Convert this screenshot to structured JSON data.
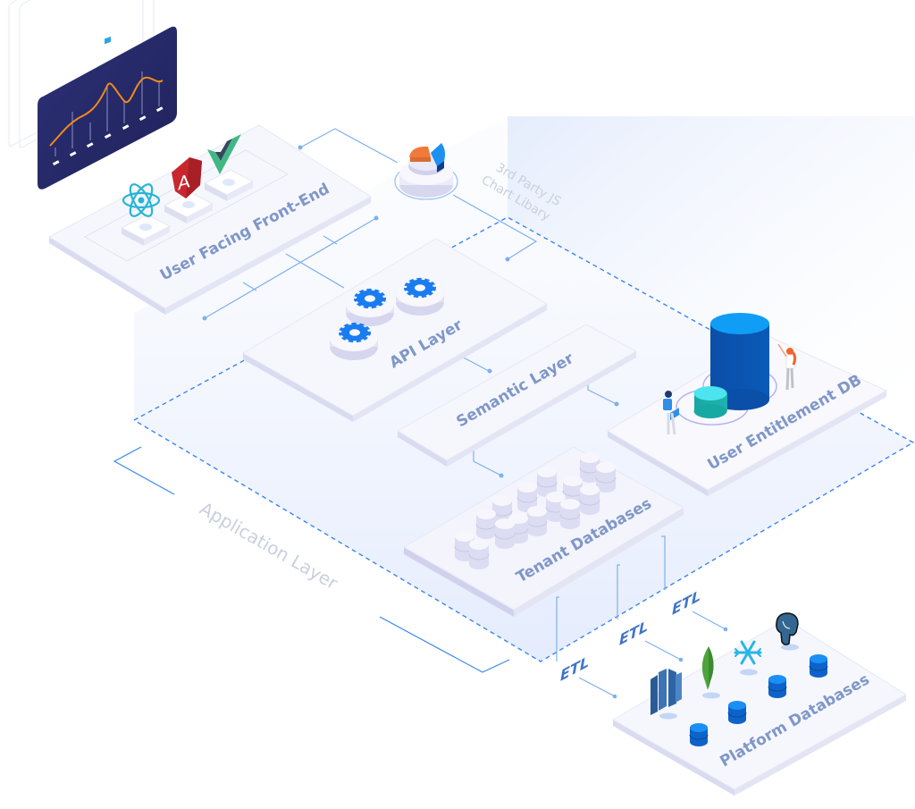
{
  "diagram": {
    "title": "Embedded analytics architecture",
    "colors": {
      "accent": "#1a7cf0",
      "plate_top": "#f6f7fd",
      "plate_side": "#d9dbf0",
      "label": "#7f97c8",
      "ghost_label": "#c9d0de",
      "connector": "#7fb0ee",
      "dashed_boundary": "#3a86f0",
      "monitor_bg": "#262a6b",
      "chart_line": "#f08a1c",
      "gear": "#1a7cf0",
      "db_primary": "#0a5ab8",
      "db_secondary": "#1fb3b0",
      "etl_text": "#3f74c9"
    },
    "nodes": {
      "frontend": {
        "label": "User Facing Front-End",
        "frameworks": [
          "React",
          "Angular",
          "Vue"
        ]
      },
      "chart_library": {
        "label_line1": "3rd Party JS",
        "label_line2": "Chart Libary"
      },
      "api": {
        "label": "API Layer",
        "icons": [
          "gear",
          "gear",
          "gear"
        ]
      },
      "semantic": {
        "label": "Semantic Layer"
      },
      "entitlement": {
        "label": "User Entitlement DB"
      },
      "tenant": {
        "label": "Tenant Databases"
      },
      "platform": {
        "label": "Platform Databases",
        "sources": [
          "Amazon Redshift",
          "MongoDB",
          "Snowflake",
          "PostgreSQL"
        ]
      }
    },
    "boundary": {
      "label": "Application Layer"
    },
    "etl_labels": [
      "ETL",
      "ETL",
      "ETL"
    ]
  }
}
